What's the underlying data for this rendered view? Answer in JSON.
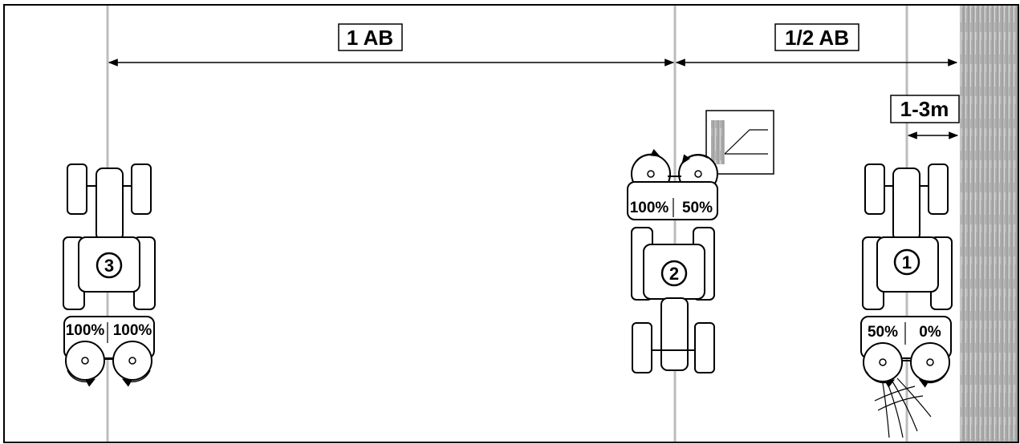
{
  "dimensions": {
    "full_width": "1 AB",
    "half_width": "1/2 AB",
    "edge_distance": "1-3m"
  },
  "tractors": [
    {
      "number": "3",
      "left_rate": "100%",
      "right_rate": "100%"
    },
    {
      "number": "2",
      "left_rate": "100%",
      "right_rate": "50%"
    },
    {
      "number": "1",
      "left_rate": "50%",
      "right_rate": "0%"
    }
  ]
}
